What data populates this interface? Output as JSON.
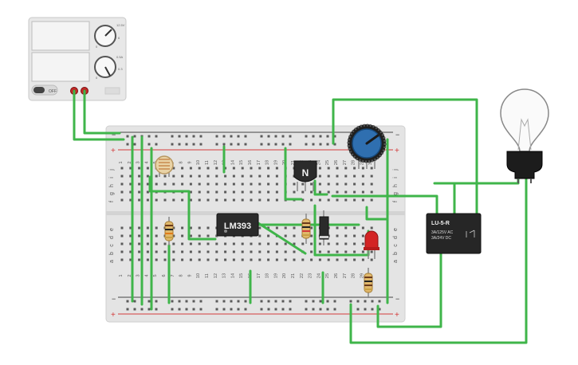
{
  "power_supply": {
    "off_label": "OFF",
    "top_knob_labels": {
      "max": "12.5V",
      "mid": "6",
      "min": "0"
    },
    "bottom_knob_labels": {
      "max": "0.5A",
      "mid": "0.3",
      "min": "0"
    }
  },
  "breadboard": {
    "column_numbers": [
      "1",
      "2",
      "3",
      "4",
      "5",
      "6",
      "7",
      "8",
      "9",
      "10",
      "11",
      "12",
      "13",
      "14",
      "15",
      "16",
      "17",
      "18",
      "19",
      "20",
      "21",
      "22",
      "23",
      "24",
      "25",
      "26",
      "27",
      "28",
      "29",
      "30"
    ],
    "top_rows": [
      "j",
      "i",
      "h",
      "g",
      "f"
    ],
    "bottom_rows": [
      "e",
      "d",
      "c",
      "b",
      "a"
    ],
    "rail_plus": "+",
    "rail_minus": "−"
  },
  "chip": {
    "label": "LM393"
  },
  "transistor": {
    "label": "N"
  },
  "relay": {
    "model": "LU-5-R",
    "rating_ac": "3A/125V AC",
    "rating_dc": "3A/24V DC"
  },
  "colors": {
    "wire": "#3fb54a",
    "board": "#e6e6e6",
    "rail_red": "#d33b3b",
    "rail_black": "#444444",
    "led": "#d32424",
    "potentiometer": "#2f6fb0"
  }
}
